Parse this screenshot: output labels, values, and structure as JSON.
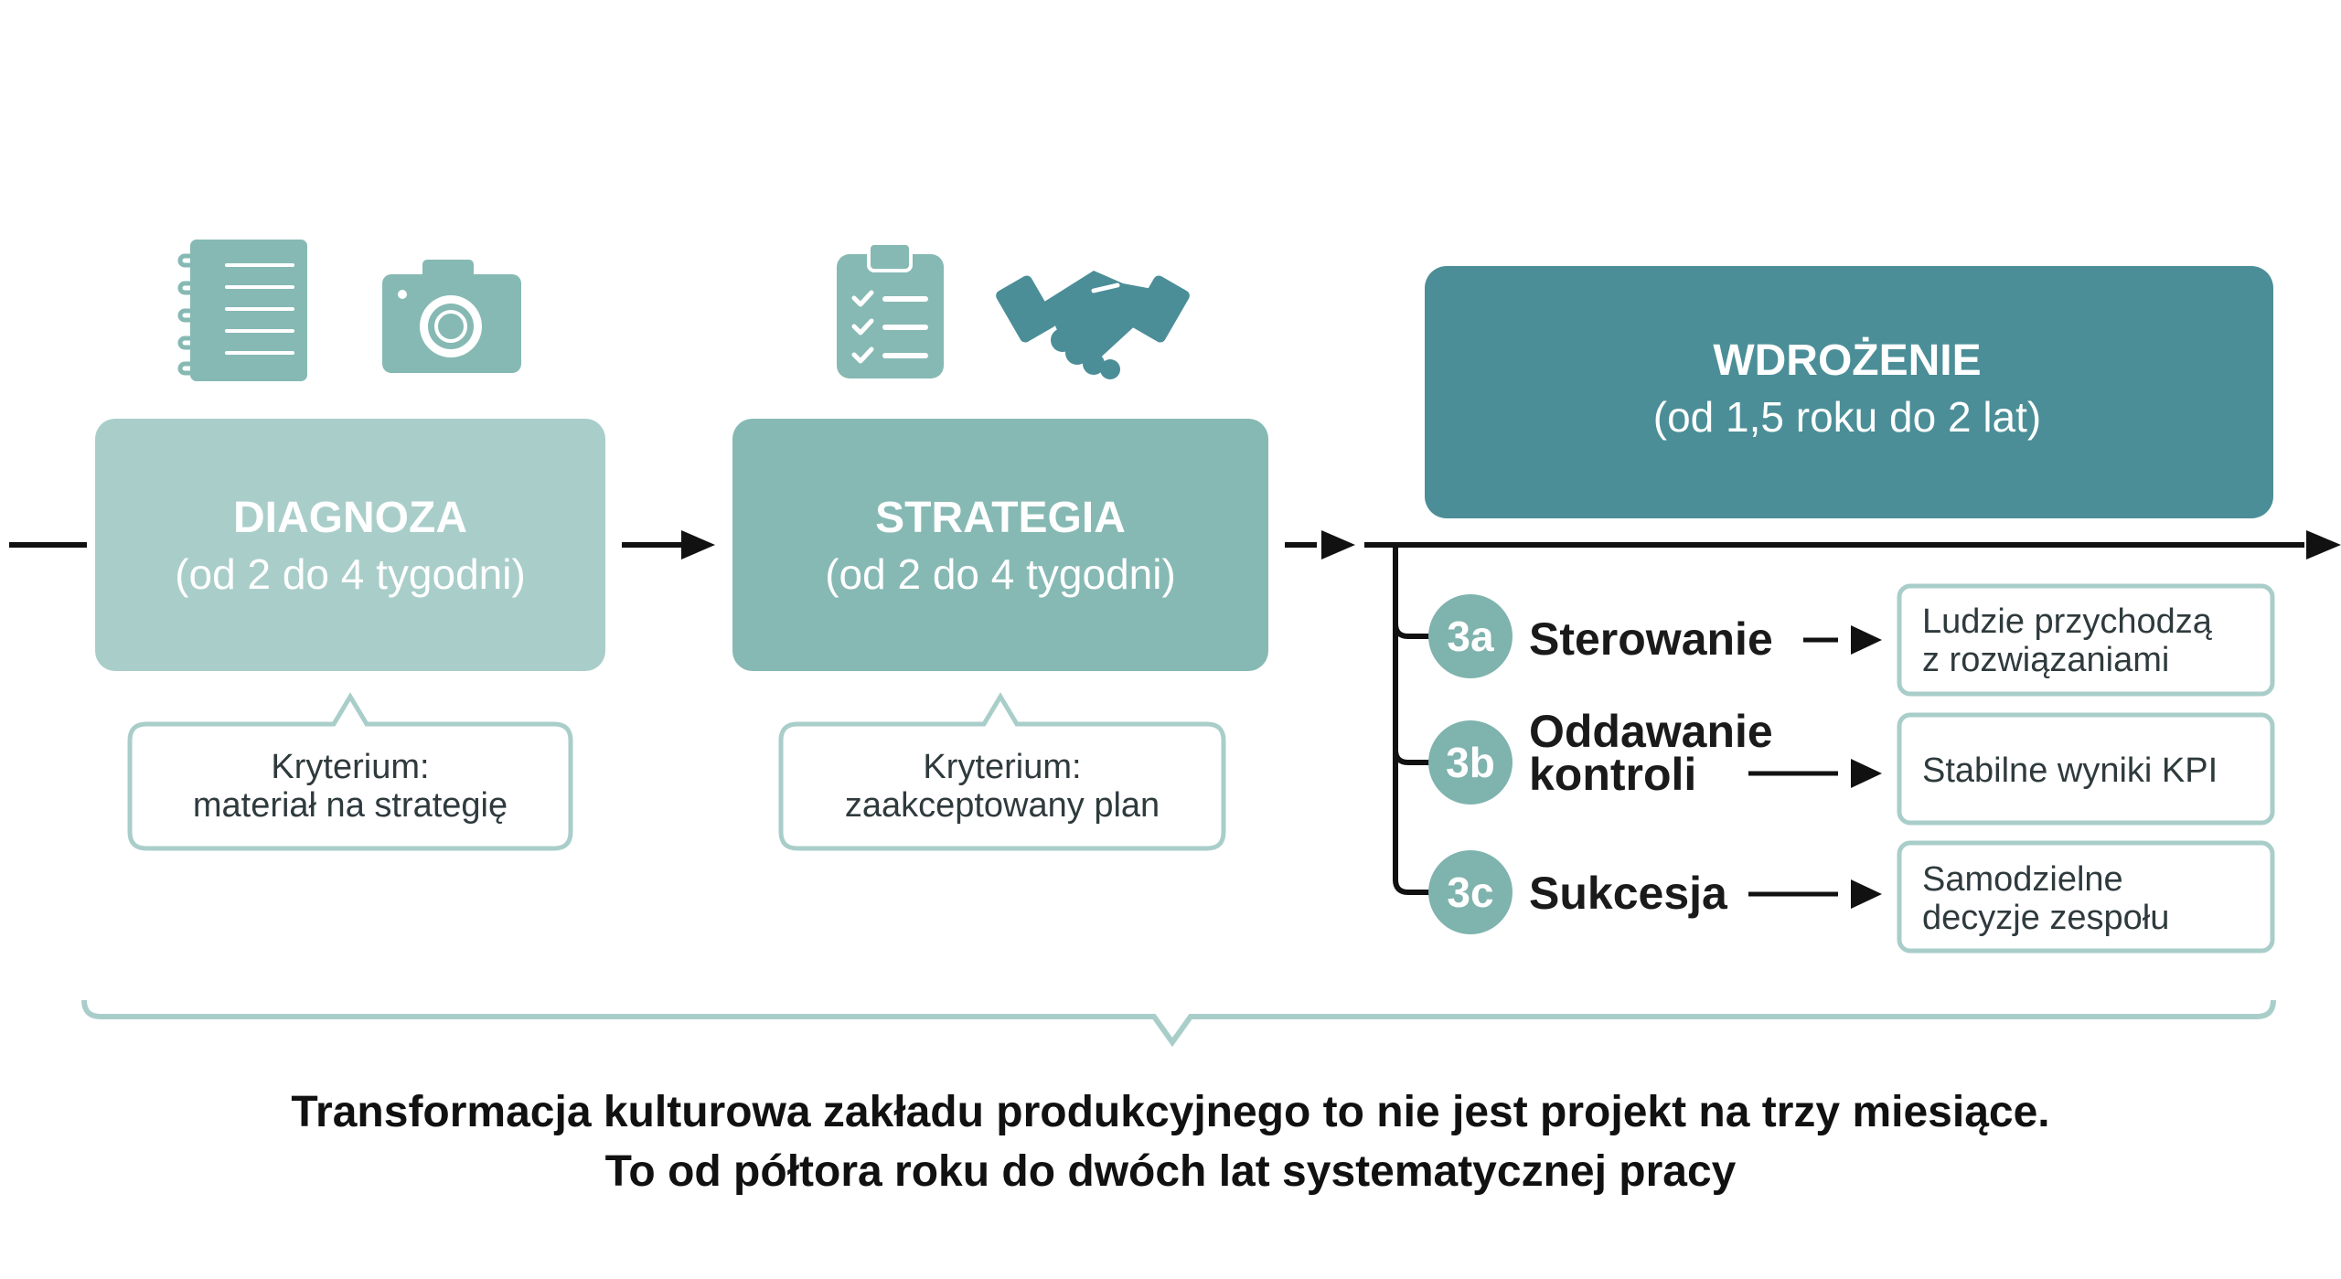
{
  "colors": {
    "diagnoza_fill": "#a9ceca",
    "strategia_fill": "#86b9b3",
    "wdrozenie_fill": "#4b8e97",
    "accent": "#7fb3ad",
    "border_light": "#a9ceca",
    "line": "#111111",
    "icon": "#86b9b3"
  },
  "icons": {
    "notebook": "notebook-icon",
    "camera": "camera-icon",
    "clipboard": "clipboard-checklist-icon",
    "handshake": "handshake-icon"
  },
  "phases": {
    "diagnoza": {
      "title": "DIAGNOZA",
      "duration": "(od 2 do 4 tygodni)",
      "criterion_line1": "Kryterium:",
      "criterion_line2": "materiał na strategię"
    },
    "strategia": {
      "title": "STRATEGIA",
      "duration": "(od 2 do 4 tygodni)",
      "criterion_line1": "Kryterium:",
      "criterion_line2": "zaakceptowany plan"
    },
    "wdrozenie": {
      "title": "WDROŻENIE",
      "duration": "(od 1,5 roku do 2 lat)"
    }
  },
  "steps": [
    {
      "badge": "3a",
      "label_line1": "Sterowanie",
      "label_line2": "",
      "result_line1": "Ludzie przychodzą",
      "result_line2": "z rozwiązaniami"
    },
    {
      "badge": "3b",
      "label_line1": "Oddawanie",
      "label_line2": "kontroli",
      "result_line1": "Stabilne wyniki KPI",
      "result_line2": ""
    },
    {
      "badge": "3c",
      "label_line1": "Sukcesja",
      "label_line2": "",
      "result_line1": "Samodzielne",
      "result_line2": "decyzje zespołu"
    }
  ],
  "summary": {
    "line1": "Transformacja kulturowa zakładu produkcyjnego to nie jest projekt na trzy miesiące.",
    "line2": "To od półtora roku do dwóch lat systematycznej pracy"
  }
}
